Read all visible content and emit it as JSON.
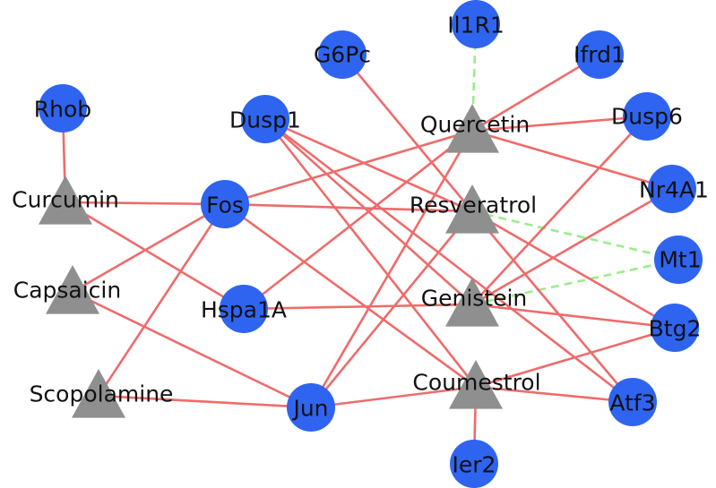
{
  "colors": {
    "gene": "#2f64f0",
    "compound": "#8f8f8f",
    "edge": "#ef6b6b",
    "edge_dashed": "#99ee88",
    "label": "#111111"
  },
  "nodes": [
    {
      "id": "quercetin",
      "label": "Quercetin",
      "kind": "compound"
    },
    {
      "id": "resveratrol",
      "label": "Resveratrol",
      "kind": "compound"
    },
    {
      "id": "genistein",
      "label": "Genistein",
      "kind": "compound"
    },
    {
      "id": "coumestrol",
      "label": "Coumestrol",
      "kind": "compound"
    },
    {
      "id": "curcumin",
      "label": "Curcumin",
      "kind": "compound"
    },
    {
      "id": "capsaicin",
      "label": "Capsaicin",
      "kind": "compound"
    },
    {
      "id": "scopolamine",
      "label": "Scopolamine",
      "kind": "compound"
    },
    {
      "id": "il1r1",
      "label": "Il1R1",
      "kind": "gene"
    },
    {
      "id": "g6pc",
      "label": "G6Pc",
      "kind": "gene"
    },
    {
      "id": "ifrd1",
      "label": "Ifrd1",
      "kind": "gene"
    },
    {
      "id": "rhob",
      "label": "Rhob",
      "kind": "gene"
    },
    {
      "id": "dusp1",
      "label": "Dusp1",
      "kind": "gene"
    },
    {
      "id": "dusp6",
      "label": "Dusp6",
      "kind": "gene"
    },
    {
      "id": "fos",
      "label": "Fos",
      "kind": "gene"
    },
    {
      "id": "nr4a1",
      "label": "Nr4A1",
      "kind": "gene"
    },
    {
      "id": "mt1",
      "label": "Mt1",
      "kind": "gene"
    },
    {
      "id": "hspa1a",
      "label": "Hspa1A",
      "kind": "gene"
    },
    {
      "id": "btg2",
      "label": "Btg2",
      "kind": "gene"
    },
    {
      "id": "jun",
      "label": "Jun",
      "kind": "gene"
    },
    {
      "id": "atf3",
      "label": "Atf3",
      "kind": "gene"
    },
    {
      "id": "ier2",
      "label": "Ier2",
      "kind": "gene"
    }
  ],
  "edges": [
    {
      "from": "quercetin",
      "to": "il1r1",
      "style": "dashed"
    },
    {
      "from": "resveratrol",
      "to": "mt1",
      "style": "dashed"
    },
    {
      "from": "genistein",
      "to": "mt1",
      "style": "dashed"
    },
    {
      "from": "curcumin",
      "to": "rhob",
      "style": "solid"
    },
    {
      "from": "curcumin",
      "to": "fos",
      "style": "solid"
    },
    {
      "from": "curcumin",
      "to": "hspa1a",
      "style": "solid"
    },
    {
      "from": "capsaicin",
      "to": "fos",
      "style": "solid"
    },
    {
      "from": "capsaicin",
      "to": "jun",
      "style": "solid"
    },
    {
      "from": "scopolamine",
      "to": "fos",
      "style": "solid"
    },
    {
      "from": "scopolamine",
      "to": "jun",
      "style": "solid"
    },
    {
      "from": "quercetin",
      "to": "ifrd1",
      "style": "solid"
    },
    {
      "from": "quercetin",
      "to": "dusp6",
      "style": "solid"
    },
    {
      "from": "quercetin",
      "to": "fos",
      "style": "solid"
    },
    {
      "from": "quercetin",
      "to": "hspa1a",
      "style": "solid"
    },
    {
      "from": "quercetin",
      "to": "nr4a1",
      "style": "solid"
    },
    {
      "from": "quercetin",
      "to": "jun",
      "style": "solid"
    },
    {
      "from": "resveratrol",
      "to": "fos",
      "style": "solid"
    },
    {
      "from": "resveratrol",
      "to": "dusp1",
      "style": "solid"
    },
    {
      "from": "resveratrol",
      "to": "g6pc",
      "style": "solid"
    },
    {
      "from": "resveratrol",
      "to": "jun",
      "style": "solid"
    },
    {
      "from": "resveratrol",
      "to": "btg2",
      "style": "solid"
    },
    {
      "from": "resveratrol",
      "to": "atf3",
      "style": "solid"
    },
    {
      "from": "genistein",
      "to": "hspa1a",
      "style": "solid"
    },
    {
      "from": "genistein",
      "to": "dusp6",
      "style": "solid"
    },
    {
      "from": "genistein",
      "to": "nr4a1",
      "style": "solid"
    },
    {
      "from": "genistein",
      "to": "btg2",
      "style": "solid"
    },
    {
      "from": "genistein",
      "to": "dusp1",
      "style": "solid"
    },
    {
      "from": "coumestrol",
      "to": "fos",
      "style": "solid"
    },
    {
      "from": "coumestrol",
      "to": "dusp1",
      "style": "solid"
    },
    {
      "from": "coumestrol",
      "to": "jun",
      "style": "solid"
    },
    {
      "from": "coumestrol",
      "to": "btg2",
      "style": "solid"
    },
    {
      "from": "coumestrol",
      "to": "atf3",
      "style": "solid"
    },
    {
      "from": "coumestrol",
      "to": "ier2",
      "style": "solid"
    },
    {
      "from": "dusp1",
      "to": "atf3",
      "style": "solid"
    }
  ]
}
